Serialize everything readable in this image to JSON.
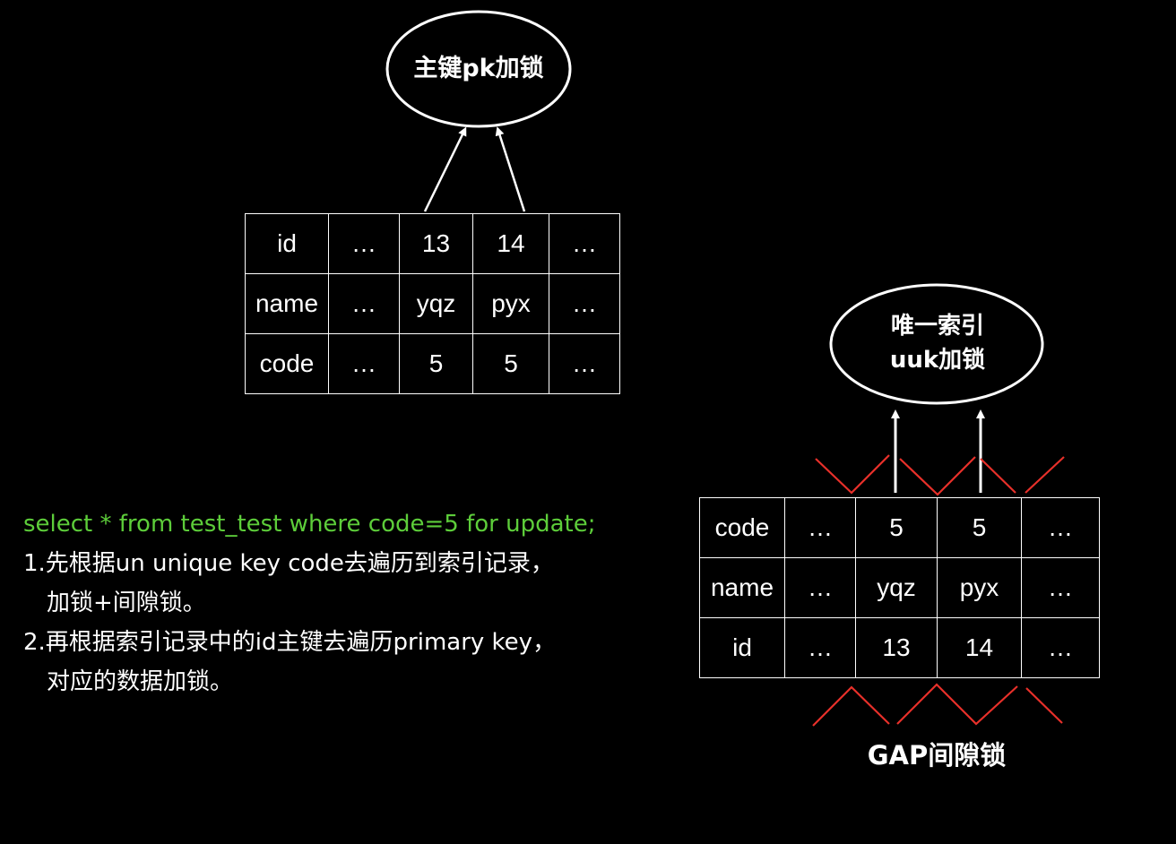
{
  "pk_node": {
    "label": "主键pk加锁"
  },
  "uk_node": {
    "label_line1": "唯一索引",
    "label_line2": "uuk加锁"
  },
  "gap_label": "GAP间隙锁",
  "pk_table": {
    "rows": [
      {
        "header": "id",
        "cells": [
          "…",
          "13",
          "14",
          "…"
        ]
      },
      {
        "header": "name",
        "cells": [
          "…",
          "yqz",
          "pyx",
          "…"
        ]
      },
      {
        "header": "code",
        "cells": [
          "…",
          "5",
          "5",
          "…"
        ]
      }
    ]
  },
  "uk_table": {
    "rows": [
      {
        "header": "code",
        "cells": [
          "…",
          "5",
          "5",
          "…"
        ]
      },
      {
        "header": "name",
        "cells": [
          "…",
          "yqz",
          "pyx",
          "…"
        ]
      },
      {
        "header": "id",
        "cells": [
          "…",
          "13",
          "14",
          "…"
        ]
      }
    ]
  },
  "description": {
    "sql": "select * from test_test where code=5 for update;",
    "step1_line1": "1.先根据un unique key code去遍历到索引记录，",
    "step1_line2": "加锁+间隙锁。",
    "step2_line1": "2.再根据索引记录中的id主键去遍历primary key，",
    "step2_line2": "对应的数据加锁。"
  },
  "colors": {
    "background": "#000000",
    "foreground": "#ffffff",
    "gap_marks": "#e8302a",
    "sql_text": "#5dcd3a"
  }
}
